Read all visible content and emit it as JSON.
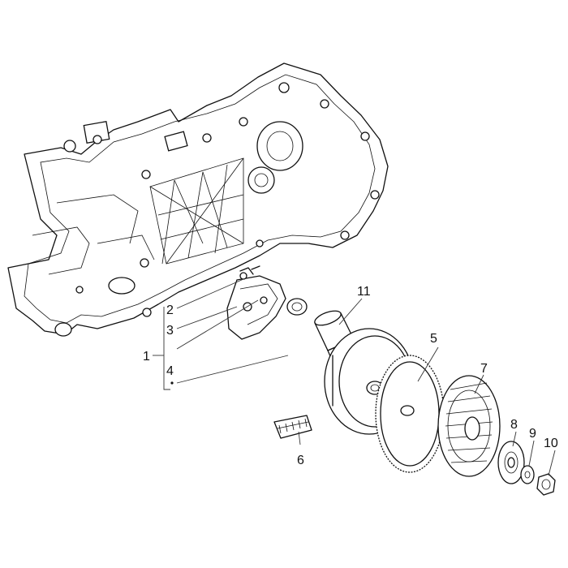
{
  "callouts": [
    {
      "id": "1",
      "text": "1"
    },
    {
      "id": "2",
      "text": "2"
    },
    {
      "id": "3",
      "text": "3"
    },
    {
      "id": "4",
      "text": "4"
    },
    {
      "id": "5",
      "text": "5"
    },
    {
      "id": "6",
      "text": "6"
    },
    {
      "id": "7",
      "text": "7"
    },
    {
      "id": "8",
      "text": "8"
    },
    {
      "id": "9",
      "text": "9"
    },
    {
      "id": "10",
      "text": "10"
    },
    {
      "id": "11",
      "text": "11"
    }
  ],
  "colors": {
    "line": "#111111",
    "background": "#ffffff"
  }
}
